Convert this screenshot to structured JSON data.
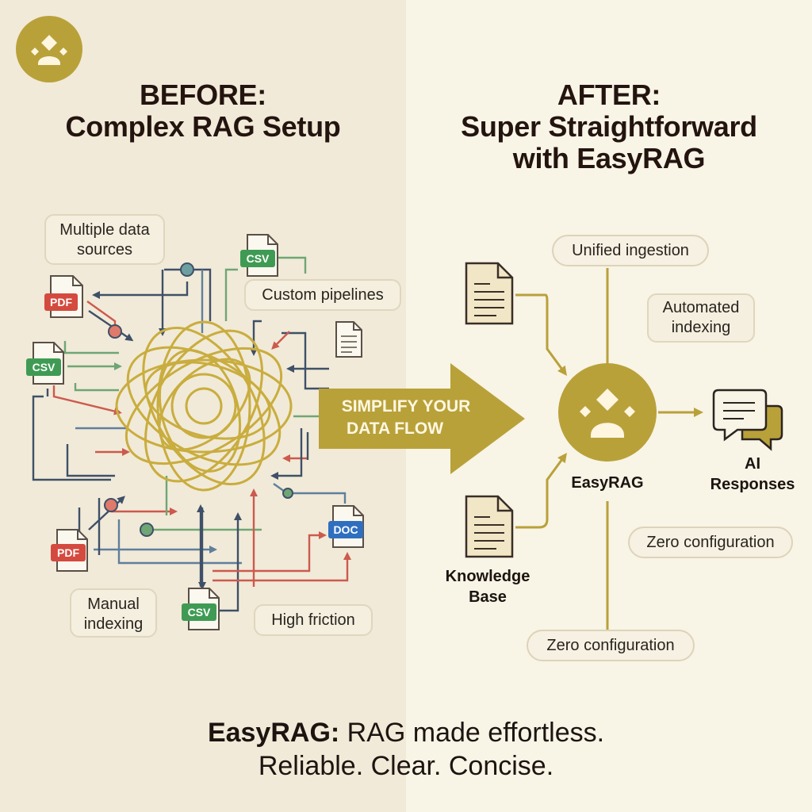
{
  "before": {
    "title": "BEFORE:",
    "subtitle": "Complex RAG Setup",
    "callouts": {
      "multiple_sources": [
        "Multiple data",
        "sources"
      ],
      "custom_pipelines": "Custom pipelines",
      "manual_indexing": [
        "Manual",
        "indexing"
      ],
      "high_friction": "High friction"
    },
    "file_types": {
      "pdf": "PDF",
      "csv": "CSV",
      "doc": "DOC"
    }
  },
  "arrow": {
    "line1": "SIMPLIFY YOUR",
    "line2": "DATA FLOW"
  },
  "after": {
    "title": "AFTER:",
    "subtitle1": "Super Straightforward",
    "subtitle2": "with EasyRAG",
    "unified": "Unified ingestion",
    "automated": [
      "Automated",
      "indexing"
    ],
    "zero_config_right": "Zero configuration",
    "zero_config_bottom": "Zero configuration",
    "hub": "EasyRAG",
    "ai": [
      "AI",
      "Responses"
    ],
    "kb": [
      "Knowledge",
      "Base"
    ]
  },
  "tagline": {
    "brand": "EasyRAG:",
    "rest": " RAG made effortless.",
    "line2": "Reliable. Clear. Concise."
  },
  "colors": {
    "gold": "#b9a13a",
    "gold_dark": "#a8902e",
    "pdf_red": "#d44a3f",
    "csv_green": "#3f9b54",
    "doc_blue": "#2f6fc0",
    "navy": "#3f5068",
    "ink": "#24140f"
  }
}
